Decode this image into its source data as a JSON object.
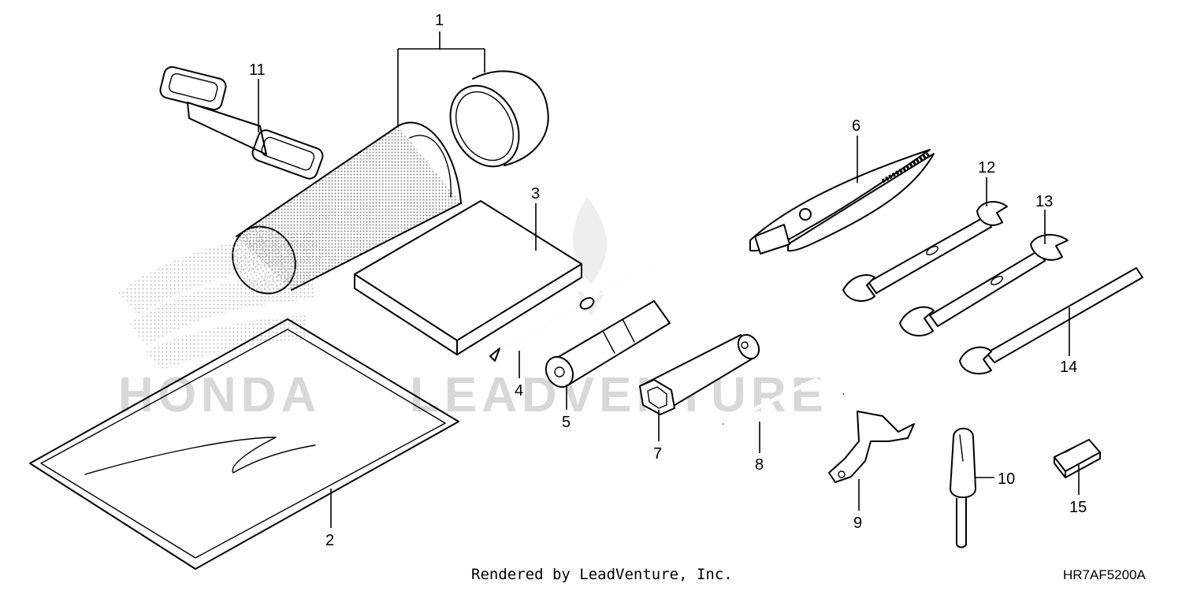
{
  "watermarks": {
    "brand": "HONDA",
    "vendor": "LEADVENTURE"
  },
  "callouts": [
    {
      "id": "1",
      "label": "1"
    },
    {
      "id": "2",
      "label": "2"
    },
    {
      "id": "3",
      "label": "3"
    },
    {
      "id": "4",
      "label": "4"
    },
    {
      "id": "5",
      "label": "5"
    },
    {
      "id": "6",
      "label": "6"
    },
    {
      "id": "7",
      "label": "7"
    },
    {
      "id": "8",
      "label": "8"
    },
    {
      "id": "9",
      "label": "9"
    },
    {
      "id": "10",
      "label": "10"
    },
    {
      "id": "11",
      "label": "11"
    },
    {
      "id": "12",
      "label": "12"
    },
    {
      "id": "13",
      "label": "13"
    },
    {
      "id": "14",
      "label": "14"
    },
    {
      "id": "15",
      "label": "15"
    }
  ],
  "footer": {
    "credit": "Rendered by LeadVenture, Inc.",
    "diagram_code": "HR7AF5200A"
  },
  "colors": {
    "ink": "#000000",
    "watermark": "#d8d8d8"
  }
}
